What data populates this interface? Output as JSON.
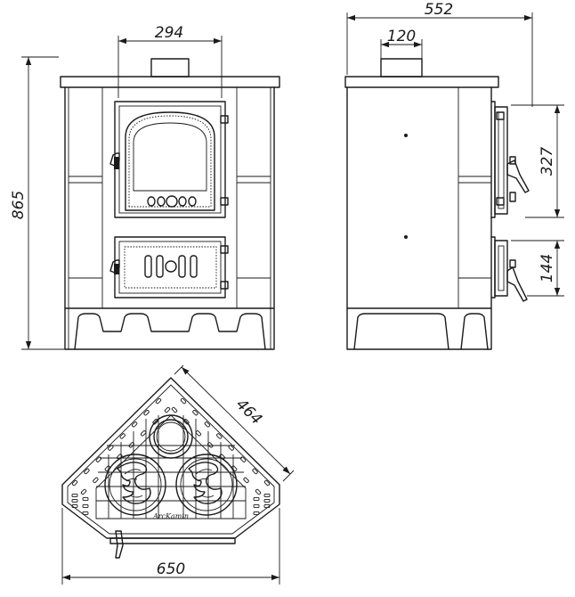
{
  "dimensions": {
    "top_width": "294",
    "total_height": "865",
    "side_depth": "552",
    "flue_diameter": "120",
    "oven_door_height": "327",
    "ash_door_height": "144",
    "corner_side": "464",
    "corner_width": "650"
  },
  "logo_text": "ArcKamin",
  "colors": {
    "line": "#1a1a1a",
    "background": "#ffffff"
  }
}
